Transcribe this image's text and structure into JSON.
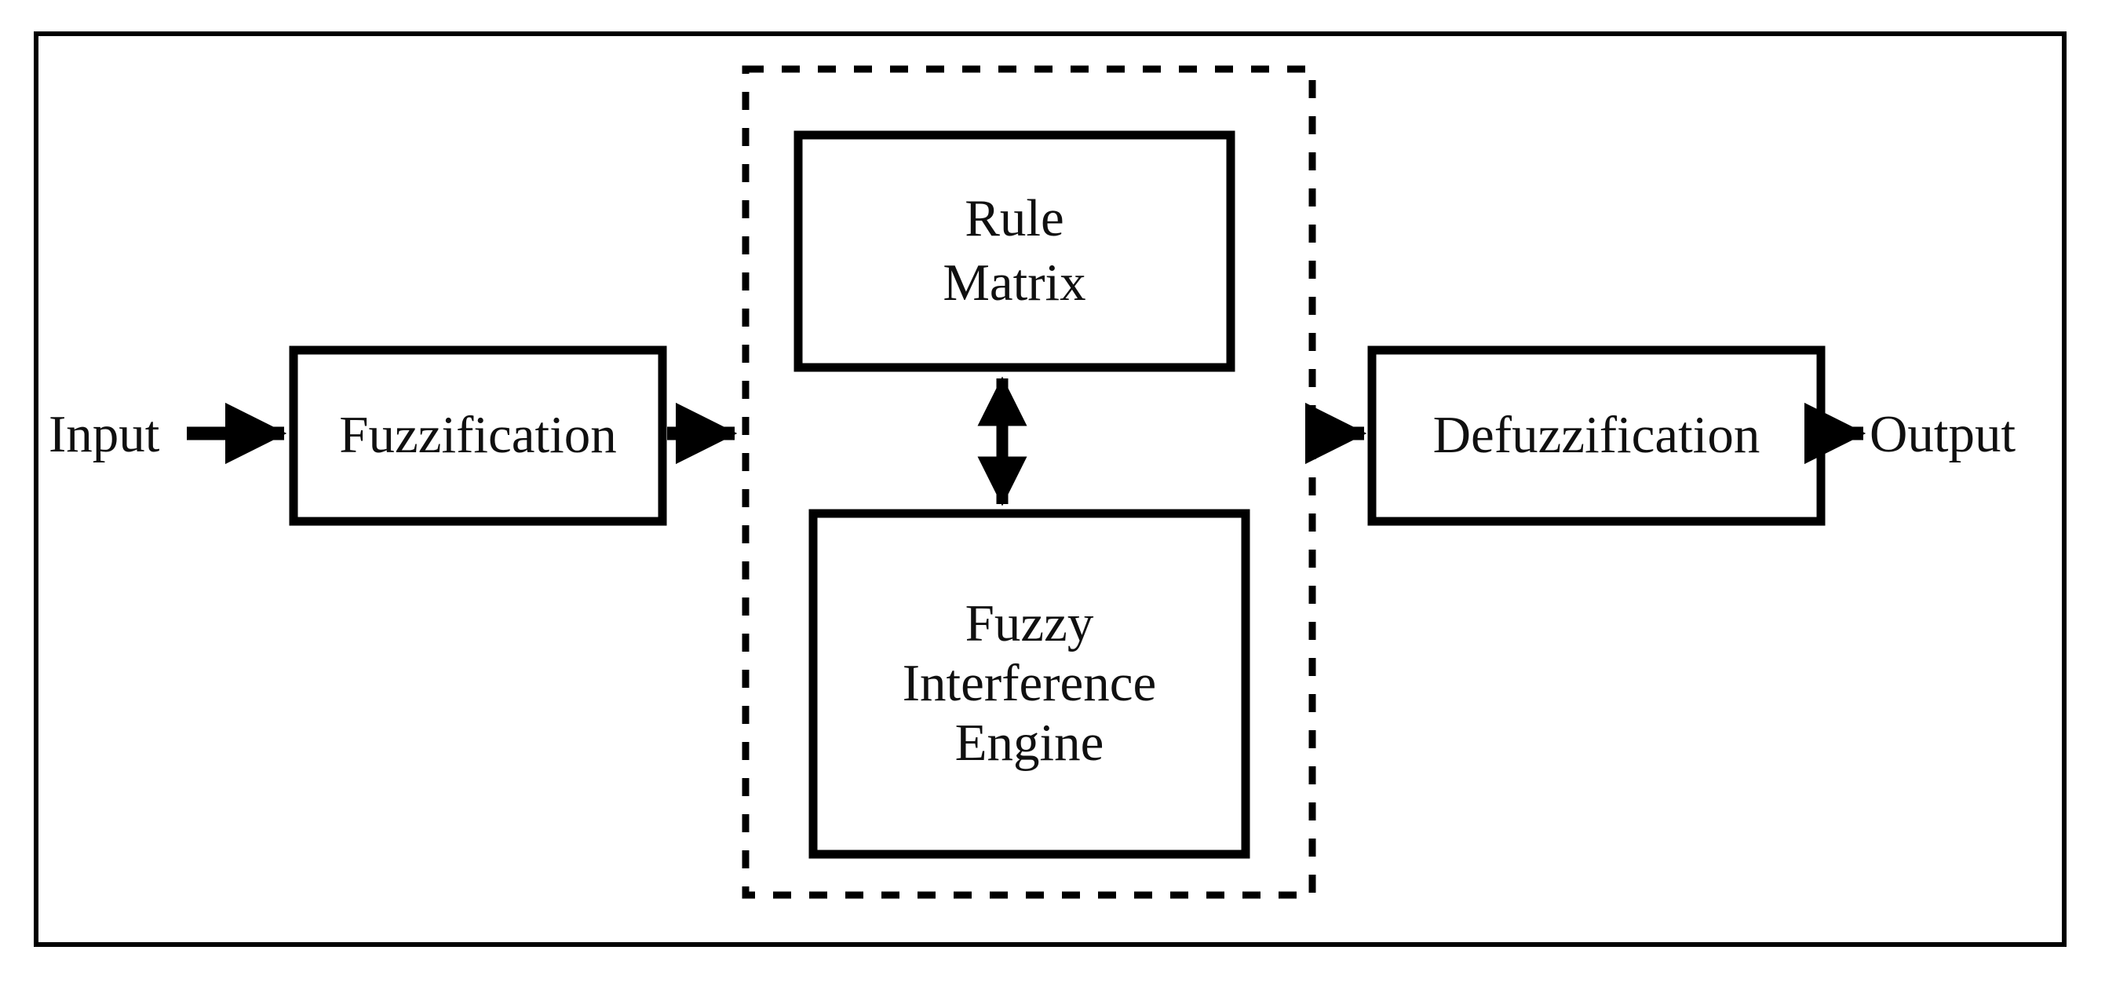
{
  "diagram": {
    "title": "Fuzzy Logic System Block Diagram",
    "type": "block-flow-diagram",
    "background_color": "#ffffff",
    "stroke_color": "#000000",
    "outer_frame": {
      "name": "outer-frame",
      "style": "solid",
      "stroke_width": 6
    },
    "dashed_group": {
      "name": "fuzzy-inference-group",
      "style": "dashed",
      "stroke_width": 9,
      "dash_pattern": "22 22"
    },
    "nodes": [
      {
        "id": "input",
        "kind": "terminal-label",
        "lines": [
          "Input"
        ]
      },
      {
        "id": "fuzzification",
        "kind": "process-box",
        "lines": [
          "Fuzzification"
        ]
      },
      {
        "id": "rule-matrix",
        "kind": "process-box",
        "lines": [
          "Rule",
          "Matrix"
        ]
      },
      {
        "id": "fuzzy-interference-engine",
        "kind": "process-box",
        "lines": [
          "Fuzzy",
          "Interference",
          "Engine"
        ]
      },
      {
        "id": "defuzzification",
        "kind": "process-box",
        "lines": [
          "Defuzzification"
        ]
      },
      {
        "id": "output",
        "kind": "terminal-label",
        "lines": [
          "Output"
        ]
      }
    ],
    "edges": [
      {
        "id": "input-to-fuzzification",
        "from": "input",
        "to": "fuzzification",
        "direction": "forward",
        "orientation": "horizontal"
      },
      {
        "id": "fuzzification-to-group",
        "from": "fuzzification",
        "to": "fuzzy-inference-group",
        "direction": "forward",
        "orientation": "horizontal"
      },
      {
        "id": "rule-matrix-to-engine",
        "from": "rule-matrix",
        "to": "fuzzy-interference-engine",
        "direction": "bidirectional",
        "orientation": "vertical"
      },
      {
        "id": "group-to-defuzzification",
        "from": "fuzzy-inference-group",
        "to": "defuzzification",
        "direction": "forward",
        "orientation": "horizontal"
      },
      {
        "id": "defuzzification-to-output",
        "from": "defuzzification",
        "to": "output",
        "direction": "forward",
        "orientation": "horizontal"
      }
    ]
  },
  "labels": {
    "input": "Input",
    "fuzzification": "Fuzzification",
    "rule_matrix_line1": "Rule",
    "rule_matrix_line2": "Matrix",
    "fie_line1": "Fuzzy",
    "fie_line2": "Interference",
    "fie_line3": "Engine",
    "defuzzification": "Defuzzification",
    "output": "Output"
  }
}
